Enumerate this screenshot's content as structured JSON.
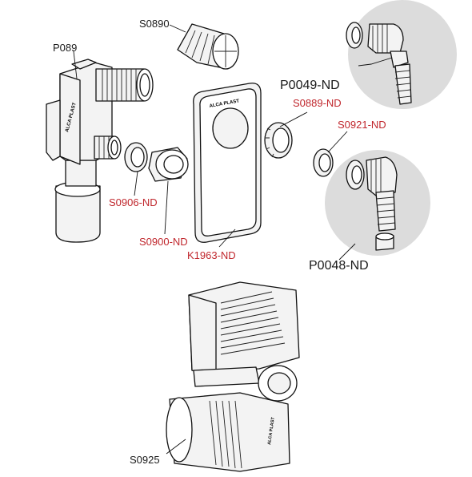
{
  "labels": {
    "s0890": "S0890",
    "p089": "P089",
    "p0049": "P0049-ND",
    "s0889": "S0889-ND",
    "s0921": "S0921-ND",
    "s0906": "S0906-ND",
    "s0900": "S0900-ND",
    "k1963": "K1963-ND",
    "p0048": "P0048-ND",
    "s0925": "S0925"
  },
  "part_text": {
    "plate_logo": "ALCA PLAST",
    "body_logo": "ALCA PLAST",
    "trap_side_text": "ALCA PLAST"
  },
  "colors": {
    "label_red": "#c0272d",
    "label_black": "#1a1a1a",
    "highlight_disc": "#dcdcdc"
  }
}
